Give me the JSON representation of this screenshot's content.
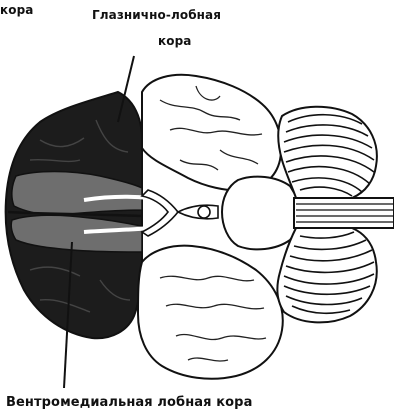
{
  "labels": {
    "cut_left": "кора",
    "orbitofrontal_line1": "Глазнично-лобная",
    "orbitofrontal_line2": "кора",
    "ventromedial": "Вентромедиальная лобная кора"
  },
  "colors": {
    "orbitofrontal_fill": "#1c1c1c",
    "ventromedial_fill": "#6e6e6e",
    "tissue_fill": "#ffffff",
    "outline": "#111111"
  },
  "icons": {
    "figure": "brain-inferior-view"
  }
}
